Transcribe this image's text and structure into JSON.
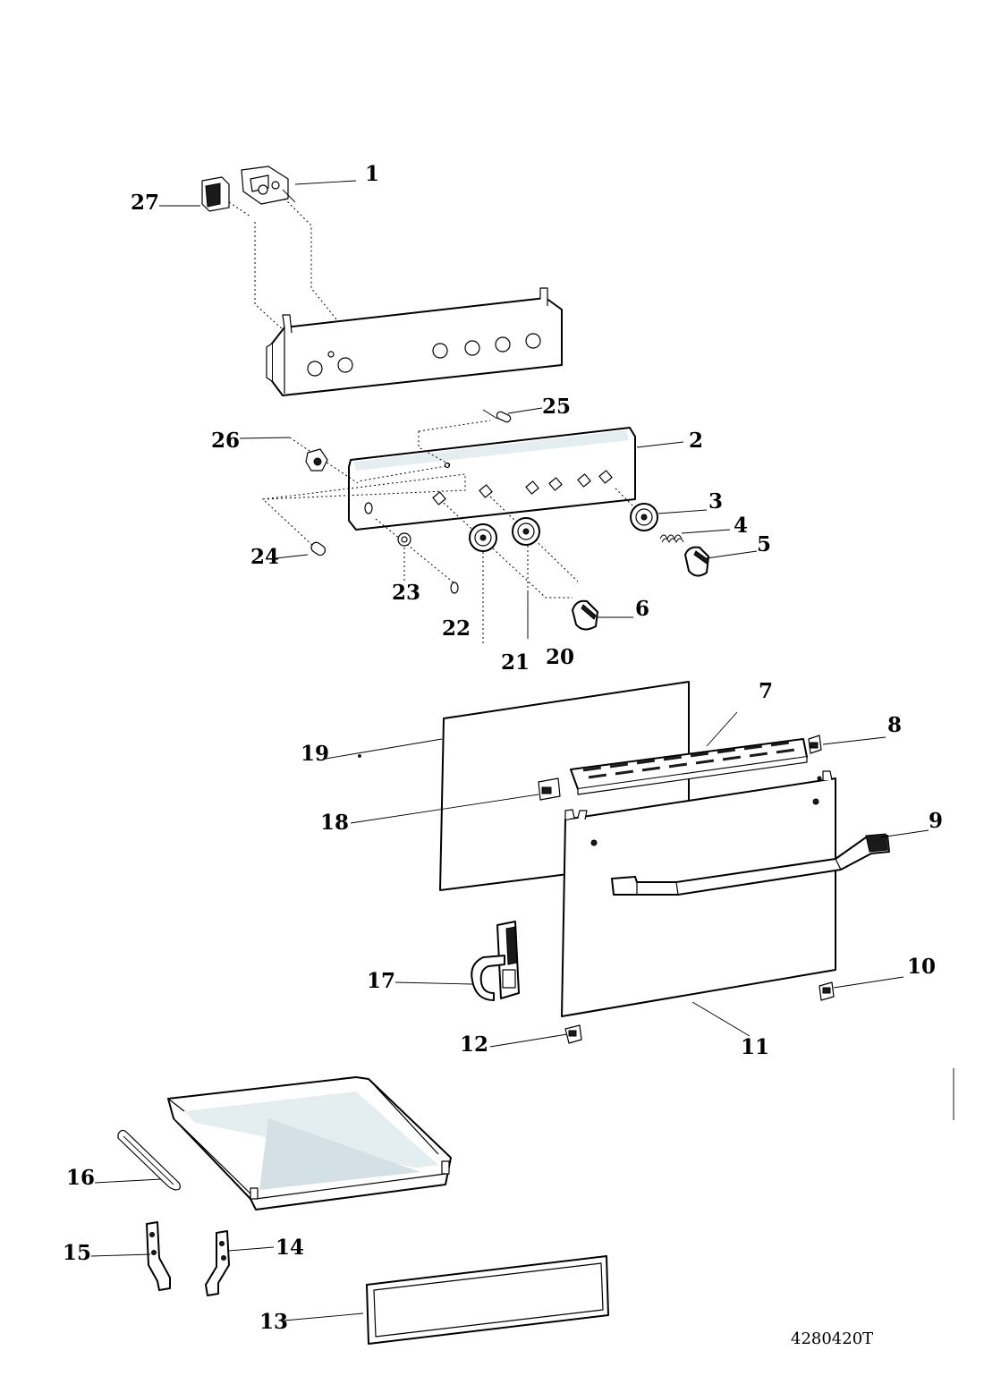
{
  "drawing_ref": "4280420T",
  "callouts": [
    {
      "id": "1",
      "text": "1"
    },
    {
      "id": "2",
      "text": "2"
    },
    {
      "id": "3",
      "text": "3"
    },
    {
      "id": "4",
      "text": "4"
    },
    {
      "id": "5",
      "text": "5"
    },
    {
      "id": "6",
      "text": "6"
    },
    {
      "id": "7",
      "text": "7"
    },
    {
      "id": "8",
      "text": "8"
    },
    {
      "id": "9",
      "text": "9"
    },
    {
      "id": "10",
      "text": "10"
    },
    {
      "id": "11",
      "text": "11"
    },
    {
      "id": "12",
      "text": "12"
    },
    {
      "id": "13",
      "text": "13"
    },
    {
      "id": "14",
      "text": "14"
    },
    {
      "id": "15",
      "text": "15"
    },
    {
      "id": "16",
      "text": "16"
    },
    {
      "id": "17",
      "text": "17"
    },
    {
      "id": "18",
      "text": "18"
    },
    {
      "id": "19",
      "text": "19"
    },
    {
      "id": "20",
      "text": "20"
    },
    {
      "id": "21",
      "text": "21"
    },
    {
      "id": "22",
      "text": "22"
    },
    {
      "id": "23",
      "text": "23"
    },
    {
      "id": "24",
      "text": "24"
    },
    {
      "id": "25",
      "text": "25"
    },
    {
      "id": "26",
      "text": "26"
    },
    {
      "id": "27",
      "text": "27"
    }
  ]
}
